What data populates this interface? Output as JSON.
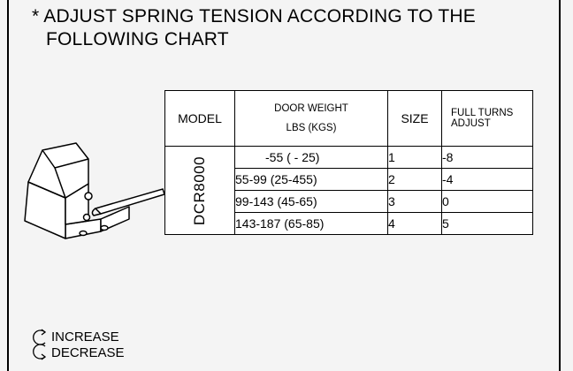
{
  "heading": {
    "line1": "* ADJUST SPRING TENSION ACCORDING TO THE",
    "line2": "FOLLOWING CHART"
  },
  "table": {
    "headers": {
      "model": "MODEL",
      "door_weight_line1": "DOOR WEIGHT",
      "door_weight_line2": "LBS (KGS)",
      "size": "SIZE",
      "turns_line1": "FULL TURNS",
      "turns_line2": "ADJUST"
    },
    "model": "DCR8000",
    "rows": [
      {
        "weight": "-55  ( -  25)",
        "size": "1",
        "turns": "-8"
      },
      {
        "weight": "55-99  (25-455)",
        "size": "2",
        "turns": "-4"
      },
      {
        "weight": "99-143 (45-65)",
        "size": "3",
        "turns": "0"
      },
      {
        "weight": "143-187 (65-85)",
        "size": "4",
        "turns": "5"
      }
    ]
  },
  "legend": {
    "increase": "INCREASE",
    "decrease": "DECREASE",
    "icons": [
      "rotate-clockwise-icon",
      "rotate-counterclockwise-icon"
    ]
  }
}
